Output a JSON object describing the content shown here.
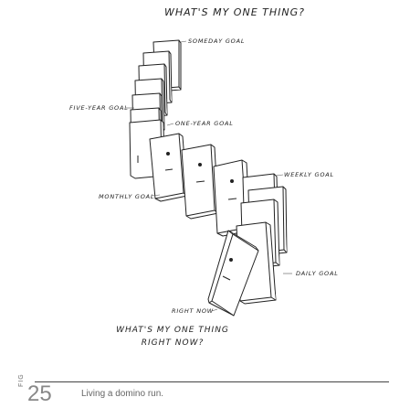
{
  "title": "WHAT'S MY ONE THING?",
  "labels": {
    "someday": "SOMEDAY GOAL",
    "five_year": "FIVE-YEAR GOAL",
    "one_year": "ONE-YEAR GOAL",
    "monthly": "MONTHLY GOAL",
    "weekly": "WEEKLY GOAL",
    "daily": "DAILY GOAL",
    "right_now": "RIGHT NOW"
  },
  "question": {
    "line1": "WHAT'S MY ONE THING",
    "line2": "RIGHT NOW?"
  },
  "footer": {
    "fig_label": "FIG",
    "fig_number": "25",
    "caption": "Living a domino run."
  }
}
